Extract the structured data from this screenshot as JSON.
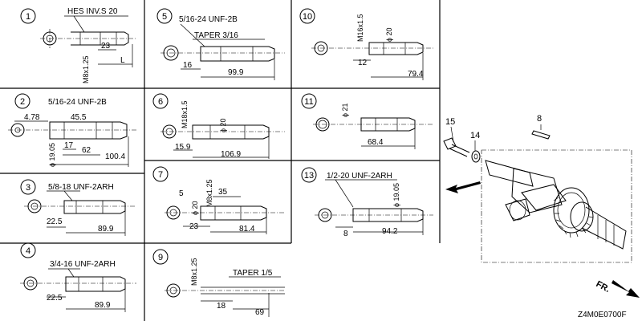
{
  "panels": [
    {
      "index": "1",
      "spec": "HES INV.S 20",
      "dims": [
        "23",
        "L"
      ],
      "vertical": [
        "M8x1.25"
      ]
    },
    {
      "index": "2",
      "spec": "5/16-24 UNF-2B",
      "dims": [
        "4.78",
        "45.5",
        "17",
        "62",
        "100.4"
      ],
      "vertical": [
        "ϕ 19.05"
      ]
    },
    {
      "index": "3",
      "spec": "5/8-18 UNF-2ARH",
      "dims": [
        "22.5",
        "89.9"
      ],
      "vertical": []
    },
    {
      "index": "4",
      "spec": "3/4-16 UNF-2ARH",
      "dims": [
        "22.5",
        "89.9"
      ],
      "vertical": []
    },
    {
      "index": "5",
      "spec": "5/16-24 UNF-2B",
      "spec2": "TAPER 3/16",
      "dims": [
        "16",
        "99.9"
      ],
      "vertical": []
    },
    {
      "index": "6",
      "spec": "",
      "dims": [
        "15.9",
        "106.9"
      ],
      "vertical": [
        "M18x1.5",
        "ϕ 20"
      ]
    },
    {
      "index": "7",
      "spec": "",
      "dims": [
        "5",
        "35",
        "23",
        "81.4"
      ],
      "vertical": [
        "ϕ 20",
        "M8x1.25"
      ]
    },
    {
      "index": "9",
      "spec": "TAPER 1/5",
      "dims": [
        "18",
        "69"
      ],
      "vertical": [
        "M8x1.25"
      ]
    },
    {
      "index": "10",
      "spec": "",
      "dims": [
        "12",
        "79.4"
      ],
      "vertical": [
        "M16x1.5",
        "ϕ 20"
      ]
    },
    {
      "index": "11",
      "spec": "",
      "dims": [
        "68.4"
      ],
      "vertical": [
        "ϕ 21"
      ]
    },
    {
      "index": "13",
      "spec": "1/2-20 UNF-2ARH",
      "dims": [
        "8",
        "94.2"
      ],
      "vertical": [
        "ϕ 19.05"
      ]
    }
  ],
  "callouts": {
    "bolt": "15",
    "washer": "14",
    "key": "8"
  },
  "direction": "FR.",
  "code": "Z4M0E0700F"
}
